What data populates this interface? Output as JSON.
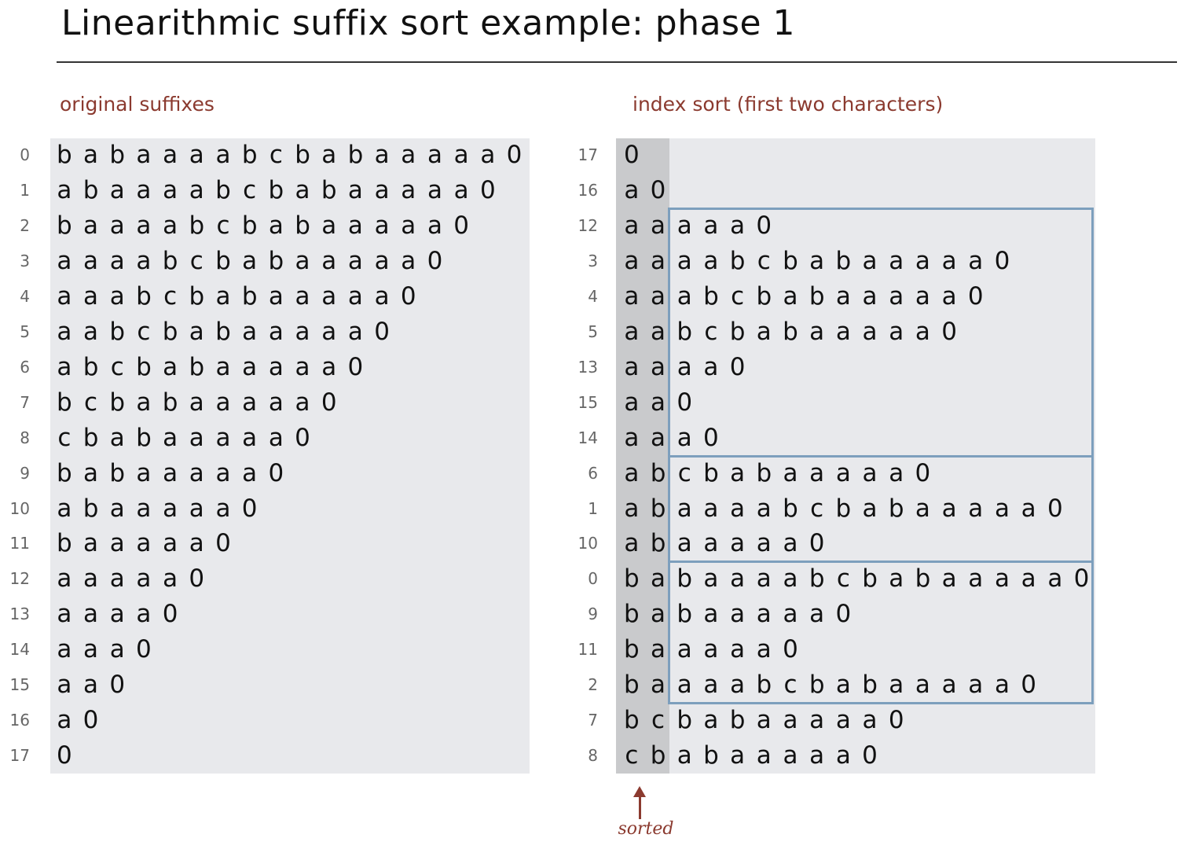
{
  "title": "Linearithmic suffix sort example:  phase 1",
  "left": {
    "label": "original suffixes",
    "rows": [
      {
        "index": "0",
        "chars": [
          "b",
          "a",
          "b",
          "a",
          "a",
          "a",
          "a",
          "b",
          "c",
          "b",
          "a",
          "b",
          "a",
          "a",
          "a",
          "a",
          "a",
          "0"
        ]
      },
      {
        "index": "1",
        "chars": [
          "a",
          "b",
          "a",
          "a",
          "a",
          "a",
          "b",
          "c",
          "b",
          "a",
          "b",
          "a",
          "a",
          "a",
          "a",
          "a",
          "0"
        ]
      },
      {
        "index": "2",
        "chars": [
          "b",
          "a",
          "a",
          "a",
          "a",
          "b",
          "c",
          "b",
          "a",
          "b",
          "a",
          "a",
          "a",
          "a",
          "a",
          "0"
        ]
      },
      {
        "index": "3",
        "chars": [
          "a",
          "a",
          "a",
          "a",
          "b",
          "c",
          "b",
          "a",
          "b",
          "a",
          "a",
          "a",
          "a",
          "a",
          "0"
        ]
      },
      {
        "index": "4",
        "chars": [
          "a",
          "a",
          "a",
          "b",
          "c",
          "b",
          "a",
          "b",
          "a",
          "a",
          "a",
          "a",
          "a",
          "0"
        ]
      },
      {
        "index": "5",
        "chars": [
          "a",
          "a",
          "b",
          "c",
          "b",
          "a",
          "b",
          "a",
          "a",
          "a",
          "a",
          "a",
          "0"
        ]
      },
      {
        "index": "6",
        "chars": [
          "a",
          "b",
          "c",
          "b",
          "a",
          "b",
          "a",
          "a",
          "a",
          "a",
          "a",
          "0"
        ]
      },
      {
        "index": "7",
        "chars": [
          "b",
          "c",
          "b",
          "a",
          "b",
          "a",
          "a",
          "a",
          "a",
          "a",
          "0"
        ]
      },
      {
        "index": "8",
        "chars": [
          "c",
          "b",
          "a",
          "b",
          "a",
          "a",
          "a",
          "a",
          "a",
          "0"
        ]
      },
      {
        "index": "9",
        "chars": [
          "b",
          "a",
          "b",
          "a",
          "a",
          "a",
          "a",
          "a",
          "0"
        ]
      },
      {
        "index": "10",
        "chars": [
          "a",
          "b",
          "a",
          "a",
          "a",
          "a",
          "a",
          "0"
        ]
      },
      {
        "index": "11",
        "chars": [
          "b",
          "a",
          "a",
          "a",
          "a",
          "a",
          "0"
        ]
      },
      {
        "index": "12",
        "chars": [
          "a",
          "a",
          "a",
          "a",
          "a",
          "0"
        ]
      },
      {
        "index": "13",
        "chars": [
          "a",
          "a",
          "a",
          "a",
          "0"
        ]
      },
      {
        "index": "14",
        "chars": [
          "a",
          "a",
          "a",
          "0"
        ]
      },
      {
        "index": "15",
        "chars": [
          "a",
          "a",
          "0"
        ]
      },
      {
        "index": "16",
        "chars": [
          "a",
          "0"
        ]
      },
      {
        "index": "17",
        "chars": [
          "0"
        ]
      }
    ]
  },
  "right": {
    "label": "index sort (first two characters)",
    "rows": [
      {
        "index": "17",
        "chars": [
          "0"
        ]
      },
      {
        "index": "16",
        "chars": [
          "a",
          "0"
        ]
      },
      {
        "index": "12",
        "chars": [
          "a",
          "a",
          "a",
          "a",
          "a",
          "0"
        ]
      },
      {
        "index": "3",
        "chars": [
          "a",
          "a",
          "a",
          "a",
          "b",
          "c",
          "b",
          "a",
          "b",
          "a",
          "a",
          "a",
          "a",
          "a",
          "0"
        ]
      },
      {
        "index": "4",
        "chars": [
          "a",
          "a",
          "a",
          "b",
          "c",
          "b",
          "a",
          "b",
          "a",
          "a",
          "a",
          "a",
          "a",
          "0"
        ]
      },
      {
        "index": "5",
        "chars": [
          "a",
          "a",
          "b",
          "c",
          "b",
          "a",
          "b",
          "a",
          "a",
          "a",
          "a",
          "a",
          "0"
        ]
      },
      {
        "index": "13",
        "chars": [
          "a",
          "a",
          "a",
          "a",
          "0"
        ]
      },
      {
        "index": "15",
        "chars": [
          "a",
          "a",
          "0"
        ]
      },
      {
        "index": "14",
        "chars": [
          "a",
          "a",
          "a",
          "0"
        ]
      },
      {
        "index": "6",
        "chars": [
          "a",
          "b",
          "c",
          "b",
          "a",
          "b",
          "a",
          "a",
          "a",
          "a",
          "a",
          "0"
        ]
      },
      {
        "index": "1",
        "chars": [
          "a",
          "b",
          "a",
          "a",
          "a",
          "a",
          "b",
          "c",
          "b",
          "a",
          "b",
          "a",
          "a",
          "a",
          "a",
          "a",
          "0"
        ]
      },
      {
        "index": "10",
        "chars": [
          "a",
          "b",
          "a",
          "a",
          "a",
          "a",
          "a",
          "0"
        ]
      },
      {
        "index": "0",
        "chars": [
          "b",
          "a",
          "b",
          "a",
          "a",
          "a",
          "a",
          "b",
          "c",
          "b",
          "a",
          "b",
          "a",
          "a",
          "a",
          "a",
          "a",
          "0"
        ]
      },
      {
        "index": "9",
        "chars": [
          "b",
          "a",
          "b",
          "a",
          "a",
          "a",
          "a",
          "a",
          "0"
        ]
      },
      {
        "index": "11",
        "chars": [
          "b",
          "a",
          "a",
          "a",
          "a",
          "a",
          "0"
        ]
      },
      {
        "index": "2",
        "chars": [
          "b",
          "a",
          "a",
          "a",
          "a",
          "b",
          "c",
          "b",
          "a",
          "b",
          "a",
          "a",
          "a",
          "a",
          "a",
          "0"
        ]
      },
      {
        "index": "7",
        "chars": [
          "b",
          "c",
          "b",
          "a",
          "b",
          "a",
          "a",
          "a",
          "a",
          "a",
          "0"
        ]
      },
      {
        "index": "8",
        "chars": [
          "c",
          "b",
          "a",
          "b",
          "a",
          "a",
          "a",
          "a",
          "a",
          "0"
        ]
      }
    ],
    "groups": [
      {
        "first_row": 2,
        "last_row": 8
      },
      {
        "first_row": 9,
        "last_row": 11
      },
      {
        "first_row": 12,
        "last_row": 15
      }
    ]
  },
  "sorted_label": "sorted",
  "colors": {
    "accent": "#8b3a2f",
    "panel": "#e8e9ec",
    "sorted_band": "#c9cacc",
    "group_border": "#7d9fbd"
  }
}
